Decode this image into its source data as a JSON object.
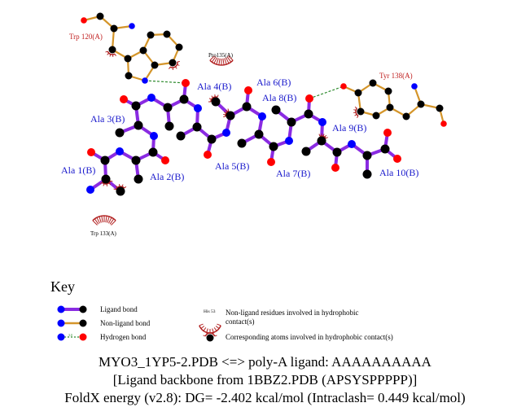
{
  "residues": {
    "trp120": "Trp 120(A)",
    "pro135": "Pro135(A)",
    "trp133": "Trp 133(A)",
    "tyr138": "Tyr 138(A)"
  },
  "ligand_labels": [
    "Ala 1(B)",
    "Ala 2(B)",
    "Ala 3(B)",
    "Ala 4(B)",
    "Ala 5(B)",
    "Ala 6(B)",
    "Ala 7(B)",
    "Ala 8(B)",
    "Ala 9(B)",
    "Ala 10(B)"
  ],
  "key": {
    "title": "Key",
    "ligand_bond": "Ligand bond",
    "nonligand_bond": "Non-ligand bond",
    "hydrogen_bond": "Hydrogen bond",
    "hbond_length": "3.0",
    "sample_residue": "His 53",
    "hydrophobic_residues": "Non-ligand residues involved in hydrophobic contact(s)",
    "hydrophobic_atoms": "Corresponding atoms involved in hydrophobic contact(s)"
  },
  "caption": {
    "line1": "MYO3_1YP5-2.PDB <=> poly-A ligand: AAAAAAAAAA",
    "line2": "[Ligand backbone from 1BBZ2.PDB (APSYSPPPPP)]",
    "line3": "FoldX energy (v2.8): DG= -2.402 kcal/mol (Intraclash= 0.449 kcal/mol)"
  },
  "colors": {
    "ligand_bond": "#8a2be2",
    "nonligand_bond": "#d4952a",
    "carbon": "#000000",
    "nitrogen": "#0000ff",
    "oxygen": "#ff0000",
    "hbond": "#2e8b2e",
    "hydrophobic": "#b22222",
    "ligand_label": "#1a1acc",
    "residue_label": "#c02020"
  }
}
